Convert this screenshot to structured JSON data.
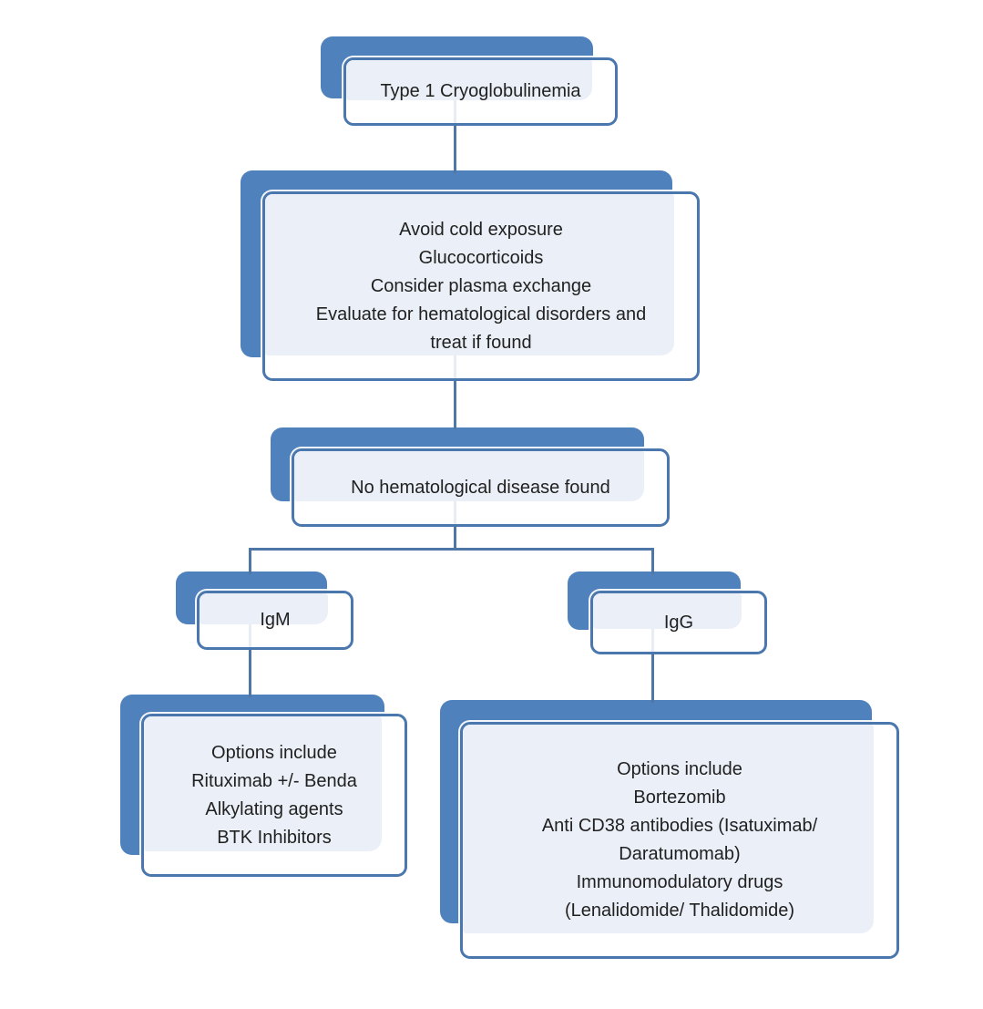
{
  "colors": {
    "background": "#FFFFFF",
    "shadow_blue": "#4F81BD",
    "border_blue": "#4A77AD",
    "connector_blue": "#4E76A6",
    "fill_light": "#EBEFF7",
    "faint_line": "#E8EDF5",
    "text": "#212121"
  },
  "flowchart": {
    "nodes": {
      "root": {
        "lines": [
          "Type 1 Cryoglobulinemia"
        ]
      },
      "initial_management": {
        "lines": [
          "Avoid cold exposure",
          "Glucocorticoids",
          "Consider plasma exchange",
          "Evaluate for hematological disorders and",
          "treat if found"
        ]
      },
      "no_hematological_disease": {
        "lines": [
          "No hematological disease found"
        ]
      },
      "igm": {
        "lines": [
          "IgM"
        ]
      },
      "igg": {
        "lines": [
          "IgG"
        ]
      },
      "igm_options": {
        "lines": [
          "Options include",
          "Rituximab +/- Benda",
          "Alkylating agents",
          "BTK Inhibitors"
        ]
      },
      "igg_options": {
        "lines": [
          "Options include",
          "Bortezomib",
          "Anti CD38 antibodies (Isatuximab/",
          "Daratumomab)",
          "Immunomodulatory drugs",
          "(Lenalidomide/ Thalidomide)"
        ]
      }
    }
  }
}
